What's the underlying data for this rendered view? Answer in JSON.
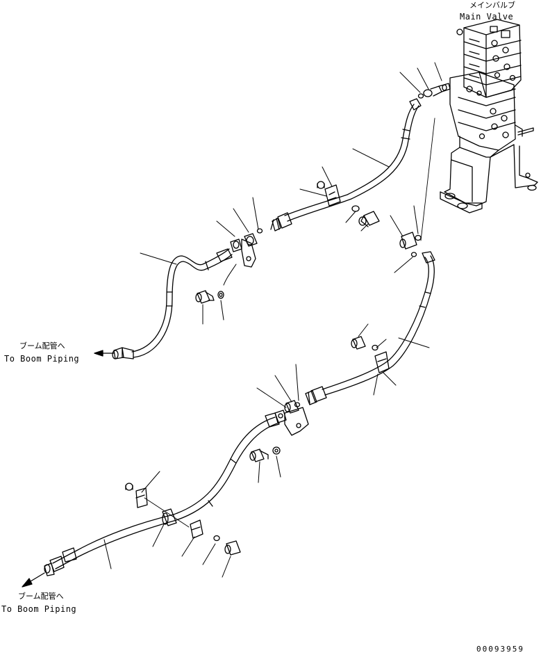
{
  "labels": {
    "main_valve_jp": "メインバルブ",
    "main_valve_en": "Main Valve",
    "boom_upper_jp": "ブーム配管へ",
    "boom_upper_en": "To Boom Piping",
    "boom_lower_jp": "ブーム配管へ",
    "boom_lower_en": "To Boom Piping",
    "drawing_code": "00093959"
  },
  "colors": {
    "line": "#000000",
    "background": "#ffffff"
  }
}
